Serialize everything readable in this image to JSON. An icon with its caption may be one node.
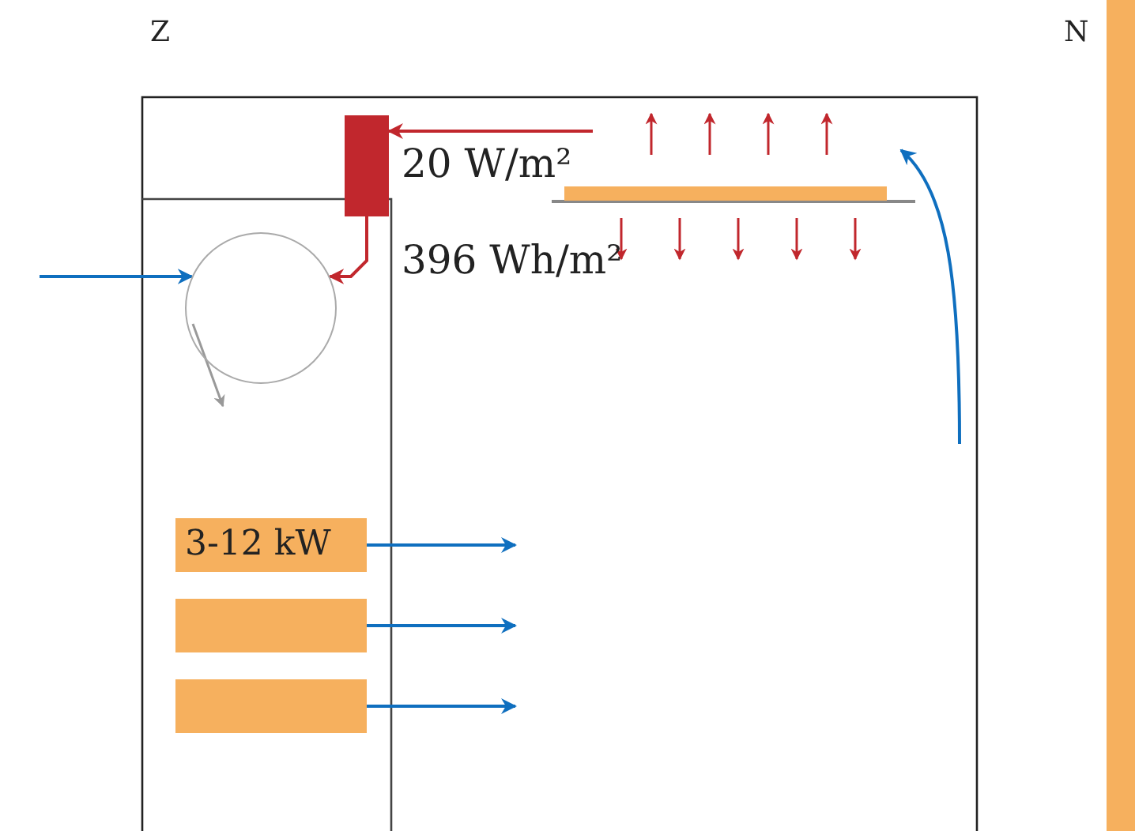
{
  "diagram": {
    "nodes": [
      {
        "text": [],
        "shape": "box"
      },
      {
        "text": [],
        "shape": "bar"
      },
      {
        "text": [],
        "shape": "circle"
      },
      {
        "text": [
          "3-12 kW"
        ]
      },
      {
        "text": [],
        "shape": "bar"
      },
      {
        "text": [],
        "shape": "bar"
      },
      {
        "text": [],
        "shape": "bar"
      }
    ],
    "edges": [
      {
        "from": null,
        "to": 0,
        "arrow": "to",
        "color": "#c1272d"
      },
      {
        "from": 0,
        "to": 2,
        "arrow": "to",
        "color": "#c1272d"
      },
      {
        "from": null,
        "to": 2,
        "arrow": "to"
      },
      {
        "from": 3,
        "to": null,
        "arrow": "to"
      },
      {
        "from": 4,
        "to": null,
        "arrow": "to"
      },
      {
        "from": 5,
        "to": null,
        "arrow": "to"
      }
    ],
    "labels": [
      "Z",
      "N",
      "20 W/m²",
      "396 Wh/m²"
    ]
  }
}
